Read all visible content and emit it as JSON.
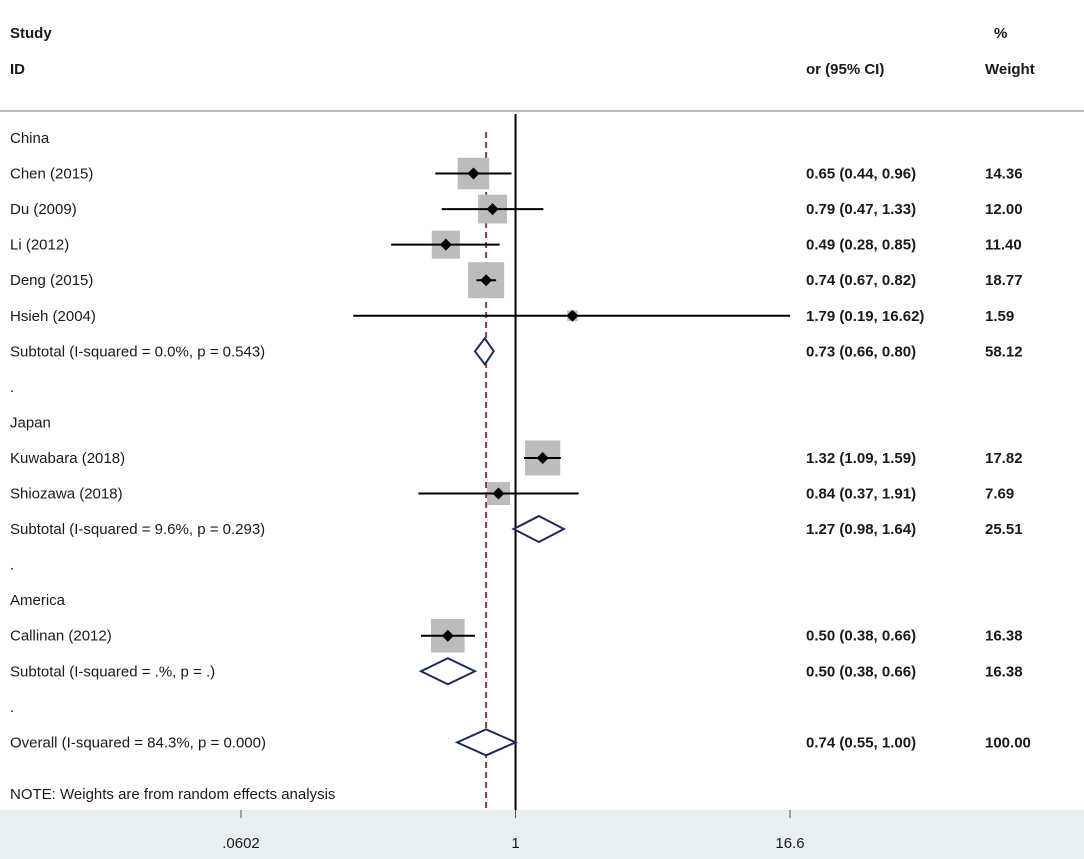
{
  "header": {
    "study_label": "Study",
    "id_label": "ID",
    "ci_label": "or (95% CI)",
    "pct_label": "%",
    "weight_label": "Weight"
  },
  "note": "NOTE: Weights are from random effects analysis",
  "colors": {
    "box": "#bcbcbc",
    "diamond": "#1f2a5c",
    "dashed_line": "#8b3a3a",
    "axis_band": "#e8eff3",
    "line": "#000000"
  },
  "chart_data": {
    "type": "forest",
    "scale": "log",
    "xlim": [
      0.0602,
      16.6
    ],
    "ticks": [
      {
        "value": 0.0602,
        "label": ".0602"
      },
      {
        "value": 1,
        "label": "1"
      },
      {
        "value": 16.6,
        "label": "16.6"
      }
    ],
    "null_line": 1,
    "overall_line": 0.74,
    "rows": [
      {
        "kind": "group",
        "label": "China"
      },
      {
        "kind": "study",
        "label": "Chen (2015)",
        "or": 0.65,
        "lo": 0.44,
        "hi": 0.96,
        "ci_text": "0.65 (0.44, 0.96)",
        "weight": "14.36"
      },
      {
        "kind": "study",
        "label": "Du (2009)",
        "or": 0.79,
        "lo": 0.47,
        "hi": 1.33,
        "ci_text": "0.79 (0.47, 1.33)",
        "weight": "12.00"
      },
      {
        "kind": "study",
        "label": "Li (2012)",
        "or": 0.49,
        "lo": 0.28,
        "hi": 0.85,
        "ci_text": "0.49 (0.28, 0.85)",
        "weight": "11.40"
      },
      {
        "kind": "study",
        "label": "Deng (2015)",
        "or": 0.74,
        "lo": 0.67,
        "hi": 0.82,
        "ci_text": "0.74 (0.67, 0.82)",
        "weight": "18.77"
      },
      {
        "kind": "study",
        "label": "Hsieh (2004)",
        "or": 1.79,
        "lo": 0.19,
        "hi": 16.62,
        "ci_text": "1.79 (0.19, 16.62)",
        "weight": "1.59"
      },
      {
        "kind": "subtotal",
        "label": "Subtotal  (I-squared = 0.0%, p = 0.543)",
        "or": 0.73,
        "lo": 0.66,
        "hi": 0.8,
        "ci_text": "0.73 (0.66, 0.80)",
        "weight": "58.12"
      },
      {
        "kind": "dot",
        "label": "."
      },
      {
        "kind": "group",
        "label": "Japan"
      },
      {
        "kind": "study",
        "label": "Kuwabara (2018)",
        "or": 1.32,
        "lo": 1.09,
        "hi": 1.59,
        "ci_text": "1.32 (1.09, 1.59)",
        "weight": "17.82"
      },
      {
        "kind": "study",
        "label": "Shiozawa (2018)",
        "or": 0.84,
        "lo": 0.37,
        "hi": 1.91,
        "ci_text": "0.84 (0.37, 1.91)",
        "weight": "7.69"
      },
      {
        "kind": "subtotal",
        "label": "Subtotal  (I-squared = 9.6%, p = 0.293)",
        "or": 1.27,
        "lo": 0.98,
        "hi": 1.64,
        "ci_text": "1.27 (0.98, 1.64)",
        "weight": "25.51"
      },
      {
        "kind": "dot",
        "label": "."
      },
      {
        "kind": "group",
        "label": "America"
      },
      {
        "kind": "study",
        "label": "Callinan (2012)",
        "or": 0.5,
        "lo": 0.38,
        "hi": 0.66,
        "ci_text": "0.50 (0.38, 0.66)",
        "weight": "16.38"
      },
      {
        "kind": "subtotal",
        "label": "Subtotal  (I-squared = .%, p = .)",
        "or": 0.5,
        "lo": 0.38,
        "hi": 0.66,
        "ci_text": "0.50 (0.38, 0.66)",
        "weight": "16.38"
      },
      {
        "kind": "dot",
        "label": "."
      },
      {
        "kind": "overall",
        "label": "Overall  (I-squared = 84.3%, p = 0.000)",
        "or": 0.74,
        "lo": 0.55,
        "hi": 1.0,
        "ci_text": "0.74 (0.55, 1.00)",
        "weight": "100.00"
      }
    ]
  }
}
